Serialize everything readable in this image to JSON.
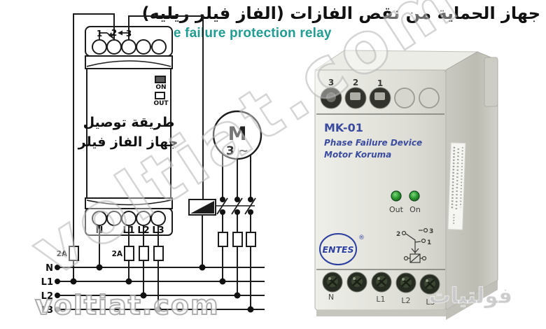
{
  "header": {
    "title_ar": "جهاز الحماية من نقص الفازات (الفاز فيلر ريليه)",
    "subtitle": "phase failure protection relay"
  },
  "diagram": {
    "relay": {
      "terminals_top": [
        "1",
        "2",
        "3"
      ],
      "on_label": "ON",
      "out_label": "OUT",
      "caption_line1": "طريقة توصيل",
      "caption_line2": "جهاز الفاز فيلر",
      "terminals_bottom": [
        "N",
        "L1",
        "L2",
        "L3"
      ]
    },
    "motor": {
      "label": "M",
      "phase": "3 ~"
    },
    "fuses": {
      "left": "2A",
      "l1": "2A"
    },
    "buses": [
      "N",
      "L1",
      "L2",
      "L3"
    ]
  },
  "device": {
    "terminals_top": [
      "3",
      "2",
      "1"
    ],
    "model": "MK-01",
    "name_en": "Phase Failure Device",
    "name_tr": "Motor Koruma",
    "led_out": "Out",
    "led_on": "On",
    "brand": "ENTES",
    "reg_mark": "®",
    "schematic": {
      "t2": "2",
      "t3": "3",
      "t1": "1"
    },
    "terminals_bottom": [
      "N",
      "L1",
      "L2",
      "L3"
    ]
  },
  "watermarks": {
    "diagonal": "voltiat.com",
    "bottom_left": "voltiat.com",
    "site_ar": "فولتيات"
  },
  "colors": {
    "subtitle_teal": "#219c92",
    "device_text_blue": "#3b4c9e",
    "led_green": "#2f9e33"
  }
}
